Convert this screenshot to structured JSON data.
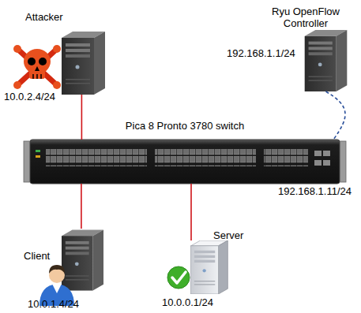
{
  "diagram": {
    "nodes": [
      {
        "text": [
          "Attacker",
          "10.0.2.4/24"
        ]
      },
      {
        "text": [
          "Ryu OpenFlow Controller",
          "192.168.1.1/24"
        ]
      },
      {
        "text": [
          "Pica 8 Pronto 3780 switch",
          "192.168.1.11/24"
        ]
      },
      {
        "text": [
          "Client",
          "10.0.1.4/24"
        ]
      },
      {
        "text": [
          "Server",
          "10.0.0.1/24"
        ]
      }
    ],
    "edges": [
      {
        "from": 0,
        "to": 2,
        "arrow": "none"
      },
      {
        "from": 1,
        "to": 2,
        "arrow": "none"
      },
      {
        "from": 2,
        "to": 3,
        "arrow": "none"
      },
      {
        "from": 2,
        "to": 4,
        "arrow": "none"
      }
    ]
  }
}
